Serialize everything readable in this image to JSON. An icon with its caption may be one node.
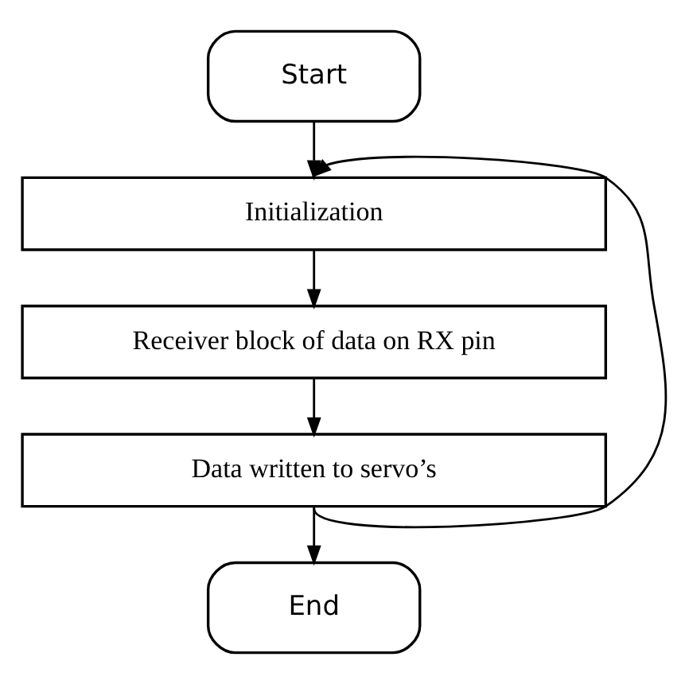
{
  "diagram": {
    "nodes": [
      {
        "text": [
          "Start"
        ]
      },
      {
        "text": [
          "Initialization"
        ]
      },
      {
        "text": [
          "Receiver block of data on RX pin"
        ]
      },
      {
        "text": [
          "Data written to servo’s"
        ]
      },
      {
        "text": [
          "End"
        ]
      }
    ],
    "edges": [
      {
        "from": 0,
        "to": 1,
        "arrow": "to"
      },
      {
        "from": 1,
        "to": 2,
        "arrow": "to"
      },
      {
        "from": 2,
        "to": 3,
        "arrow": "to"
      },
      {
        "from": 3,
        "to": 4,
        "arrow": "to"
      },
      {
        "from": 3,
        "to": 1,
        "arrow": "to"
      }
    ]
  }
}
